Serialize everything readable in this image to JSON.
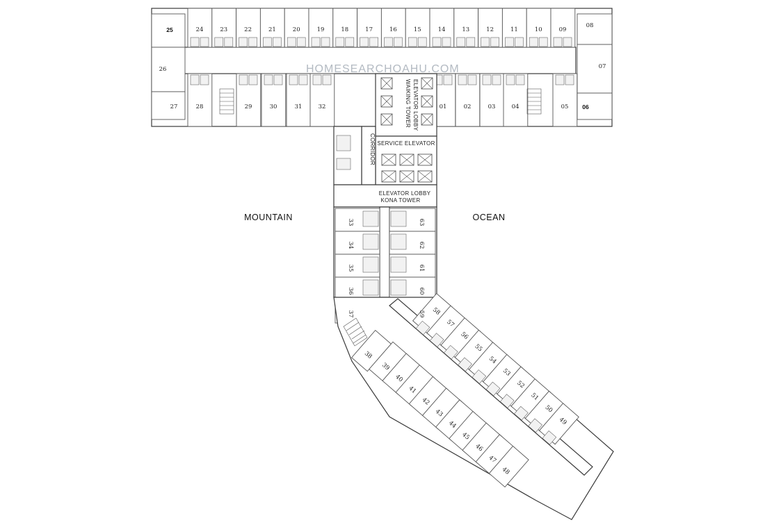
{
  "orientation": {
    "mountain": "MOUNTAIN",
    "ocean": "OCEAN"
  },
  "watermark": "HOMESEARCHOAHU.COM",
  "labels": {
    "elevator_lobby_waikiki": [
      "ELEVATOR LOBBY",
      "WAIKING TOWER"
    ],
    "service_elevator": "SERVICE ELEVATOR",
    "corridor": "CORRIDOR",
    "elevator_lobby_kona": [
      "ELEVATOR LOBBY",
      "KONA TOWER"
    ]
  },
  "units": {
    "top_row": [
      "24",
      "23",
      "22",
      "21",
      "20",
      "19",
      "18",
      "17",
      "16",
      "15",
      "14",
      "13",
      "12",
      "11",
      "10",
      "09"
    ],
    "corner_left_top": "25",
    "corner_right_top": "08",
    "end_left": "26",
    "end_right": "07",
    "corner_left_bottom": "27",
    "corner_right_bottom": "06",
    "bottom_row_left": [
      "28",
      "29",
      "30",
      "31",
      "32"
    ],
    "bottom_row_right": [
      "01",
      "02",
      "03",
      "04",
      "05"
    ],
    "stem_left": [
      "33",
      "34",
      "35",
      "36",
      "37"
    ],
    "stem_right": [
      "63",
      "62",
      "61",
      "60",
      "59"
    ],
    "wing_left": [
      "38",
      "39",
      "40",
      "41",
      "42",
      "43",
      "44",
      "45",
      "46",
      "47",
      "48"
    ],
    "wing_right": [
      "58",
      "57",
      "56",
      "55",
      "54",
      "53",
      "52",
      "51",
      "50",
      "49"
    ]
  }
}
